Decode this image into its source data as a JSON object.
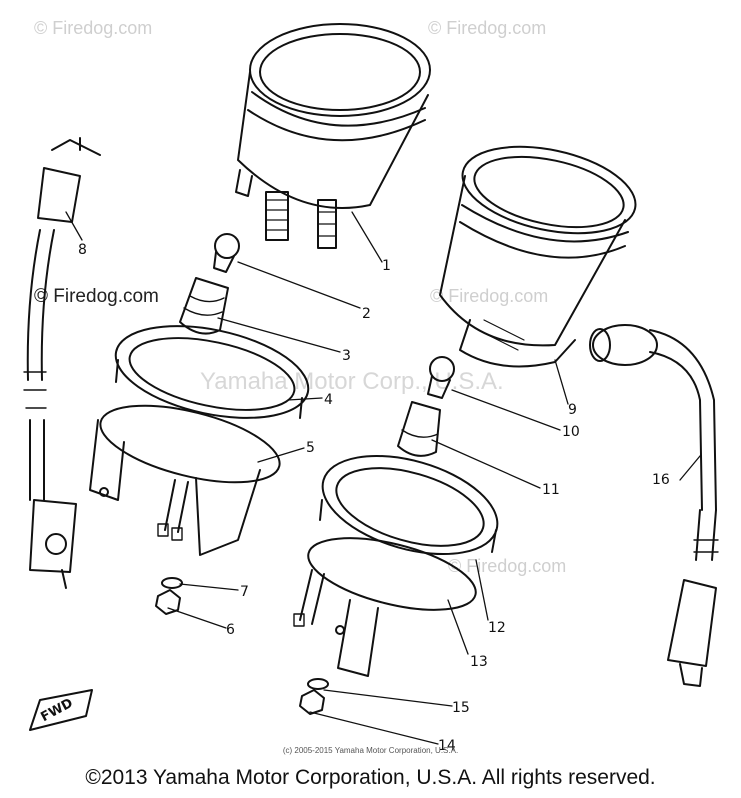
{
  "watermarks": {
    "top_left": "© Firedog.com",
    "top_right": "© Firedog.com",
    "mid_left": "© Firedog.com",
    "mid_right": "© Firedog.com",
    "lower_right": "© Firedog.com"
  },
  "stamp_text": "Yamaha Motor Corp., U.S.A.",
  "direction_marker": "FWD",
  "callouts": [
    "1",
    "2",
    "3",
    "4",
    "5",
    "6",
    "7",
    "8",
    "9",
    "10",
    "11",
    "12",
    "13",
    "14",
    "15",
    "16"
  ],
  "fine_print": "(c) 2005-2015 Yamaha Motor Corporation, U.S.A.",
  "copyright": "©2013 Yamaha Motor Corporation, U.S.A. All rights reserved.",
  "colors": {
    "line": "#111111",
    "watermark": "#cfcfcf"
  }
}
